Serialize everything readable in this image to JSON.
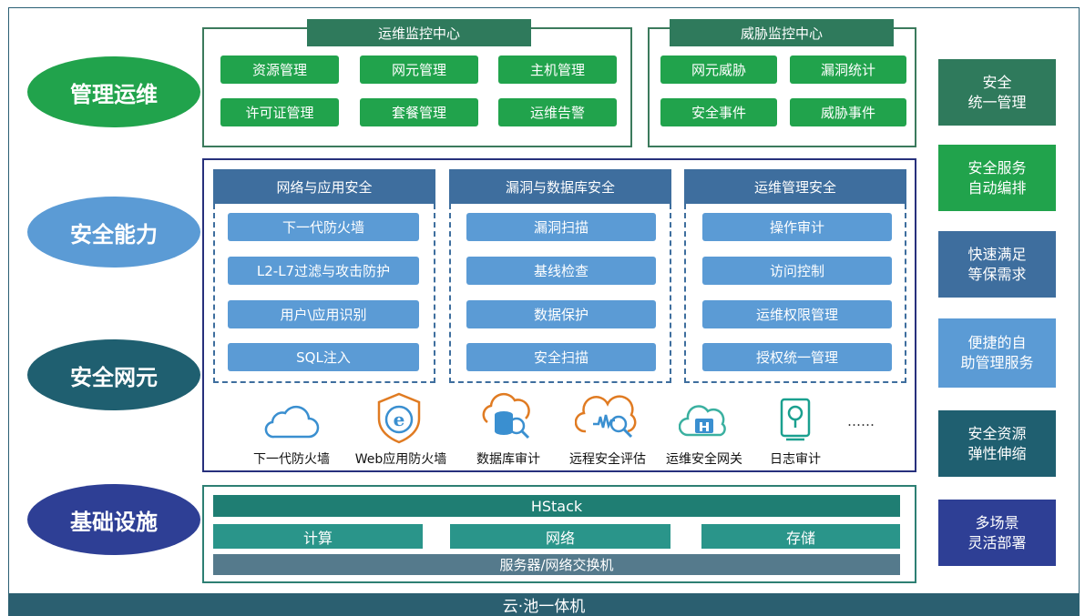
{
  "left_labels": [
    "管理运维",
    "安全能力",
    "安全网元",
    "基础设施"
  ],
  "ops_center": {
    "title": "运维监控中心",
    "items": [
      "资源管理",
      "网元管理",
      "主机管理",
      "许可证管理",
      "套餐管理",
      "运维告警"
    ]
  },
  "threat_center": {
    "title": "威胁监控中心",
    "items": [
      "网元威胁",
      "漏洞统计",
      "安全事件",
      "威胁事件"
    ]
  },
  "capabilities": [
    {
      "title": "网络与应用安全",
      "items": [
        "下一代防火墙",
        "L2-L7过滤与攻击防护",
        "用户\\应用识别",
        "SQL注入"
      ]
    },
    {
      "title": "漏洞与数据库安全",
      "items": [
        "漏洞扫描",
        "基线检查",
        "数据保护",
        "安全扫描"
      ]
    },
    {
      "title": "运维管理安全",
      "items": [
        "操作审计",
        "访问控制",
        "运维权限管理",
        "授权统一管理"
      ]
    }
  ],
  "network_elements": [
    {
      "icon": "cloud-icon",
      "label": "下一代防火墙"
    },
    {
      "icon": "web-shield-icon",
      "label": "Web应用防火墙"
    },
    {
      "icon": "database-audit-icon",
      "label": "数据库审计"
    },
    {
      "icon": "cloud-scan-icon",
      "label": "远程安全评估"
    },
    {
      "icon": "gateway-icon",
      "label": "运维安全网关"
    },
    {
      "icon": "log-audit-icon",
      "label": "日志审计"
    }
  ],
  "more": "……",
  "infra": {
    "hstack": "HStack",
    "compute": "计算",
    "network": "网络",
    "storage": "存储",
    "server": "服务器/网络交换机"
  },
  "side_features": [
    {
      "line1": "安全",
      "line2": "统一管理",
      "color": "#2f7a5c"
    },
    {
      "line1": "安全服务",
      "line2": "自动编排",
      "color": "#21a34c"
    },
    {
      "line1": "快速满足",
      "line2": "等保需求",
      "color": "#3e6e9e"
    },
    {
      "line1": "便捷的自",
      "line2": "助管理服务",
      "color": "#5b9bd5"
    },
    {
      "line1": "安全资源",
      "line2": "弹性伸缩",
      "color": "#1f5f70"
    },
    {
      "line1": "多场景",
      "line2": "灵活部署",
      "color": "#2e3f95"
    }
  ],
  "footer": "云·池一体机",
  "colors": {
    "ellipse_green": "#21a34c",
    "ellipse_lightblue": "#5b9bd5",
    "ellipse_teal": "#1f5f70",
    "ellipse_navy": "#2e3f95"
  }
}
